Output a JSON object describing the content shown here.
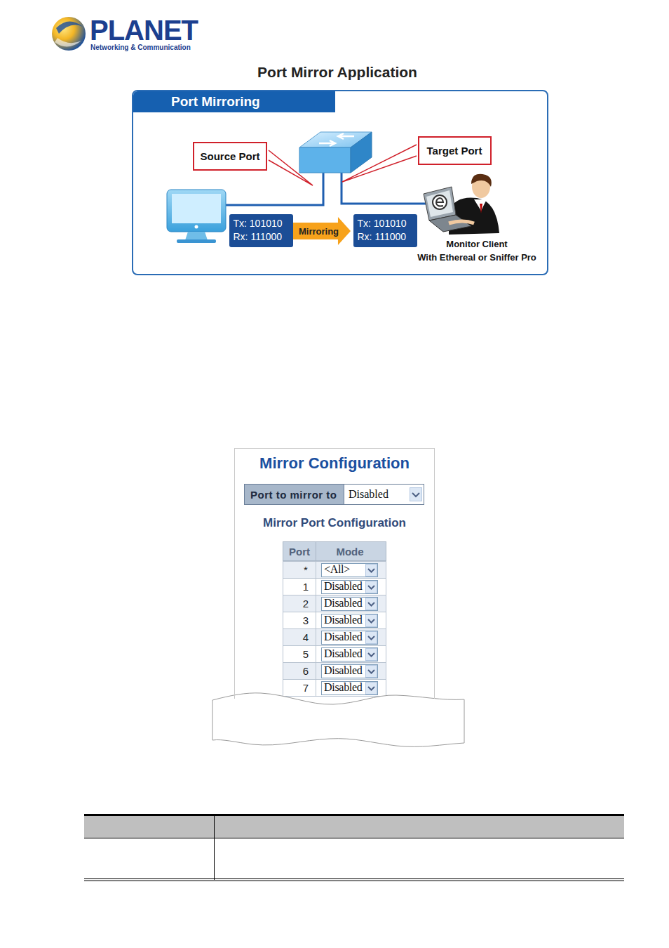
{
  "diagram": {
    "title": "Port Mirror Application",
    "nodes": [
      {
        "text": [
          "Port Mirroring"
        ]
      },
      {
        "text": [
          "Source Port"
        ],
        "in": 0
      },
      {
        "text": [
          "Target Port"
        ],
        "in": 0
      },
      {
        "text": [
          "Tx: 101010",
          "Rx: 111000"
        ],
        "in": 0
      },
      {
        "text": [
          "Mirroring"
        ],
        "in": 0
      },
      {
        "text": [
          "Tx: 101010",
          "Rx: 111000"
        ],
        "in": 0
      },
      {
        "text": [
          "Mirror Configuration"
        ]
      },
      {
        "text": [
          "Port to mirror to"
        ],
        "in": 6
      },
      {
        "text": [
          "Disabled"
        ],
        "in": 6
      }
    ],
    "labels": [
      "PLANET",
      "Networking & Communication",
      "Monitor Client",
      "With Ethereal or Sniffer Pro",
      "Mirror Port Configuration",
      "Port",
      "Mode",
      "*",
      "<All>",
      "1",
      "Disabled",
      "2",
      "Disabled",
      "3",
      "Disabled",
      "4",
      "Disabled",
      "5",
      "Disabled",
      "6",
      "Disabled",
      "7",
      "Disabled"
    ]
  }
}
